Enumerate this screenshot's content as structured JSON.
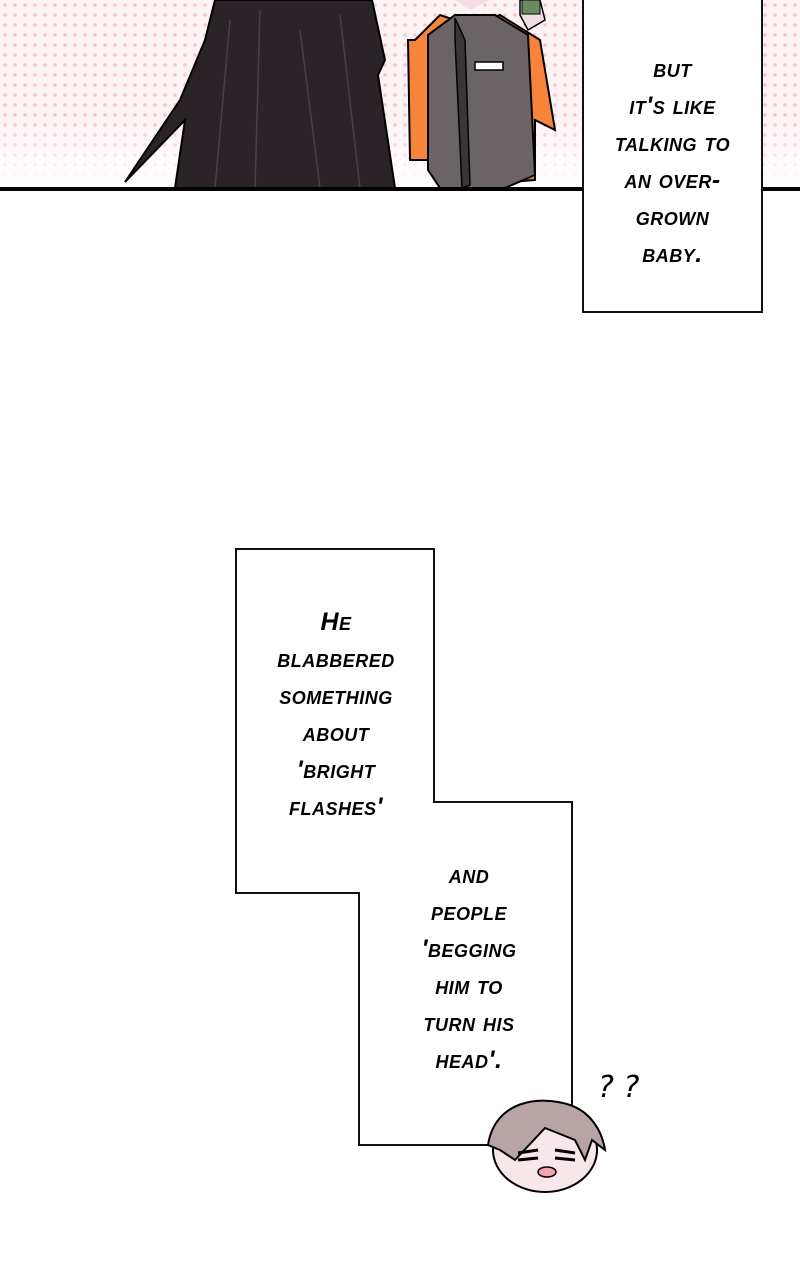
{
  "top_caption": {
    "lines": [
      "but",
      "it's like",
      "talking to",
      "an over-",
      "grown",
      "baby."
    ]
  },
  "bottom_caption": {
    "part1": [
      "He",
      "blabbered",
      "something",
      "about",
      "'bright",
      "flashes'"
    ],
    "part2": [
      "and",
      "people",
      "'begging",
      "him to",
      "turn his",
      "head'."
    ]
  },
  "reaction": {
    "marks": "? ?"
  },
  "colors": {
    "pink_dots": "#f6c7cf",
    "orange_shirt": "#f7843a",
    "vest": "#6a6466",
    "hair": "#b8a3a5"
  }
}
